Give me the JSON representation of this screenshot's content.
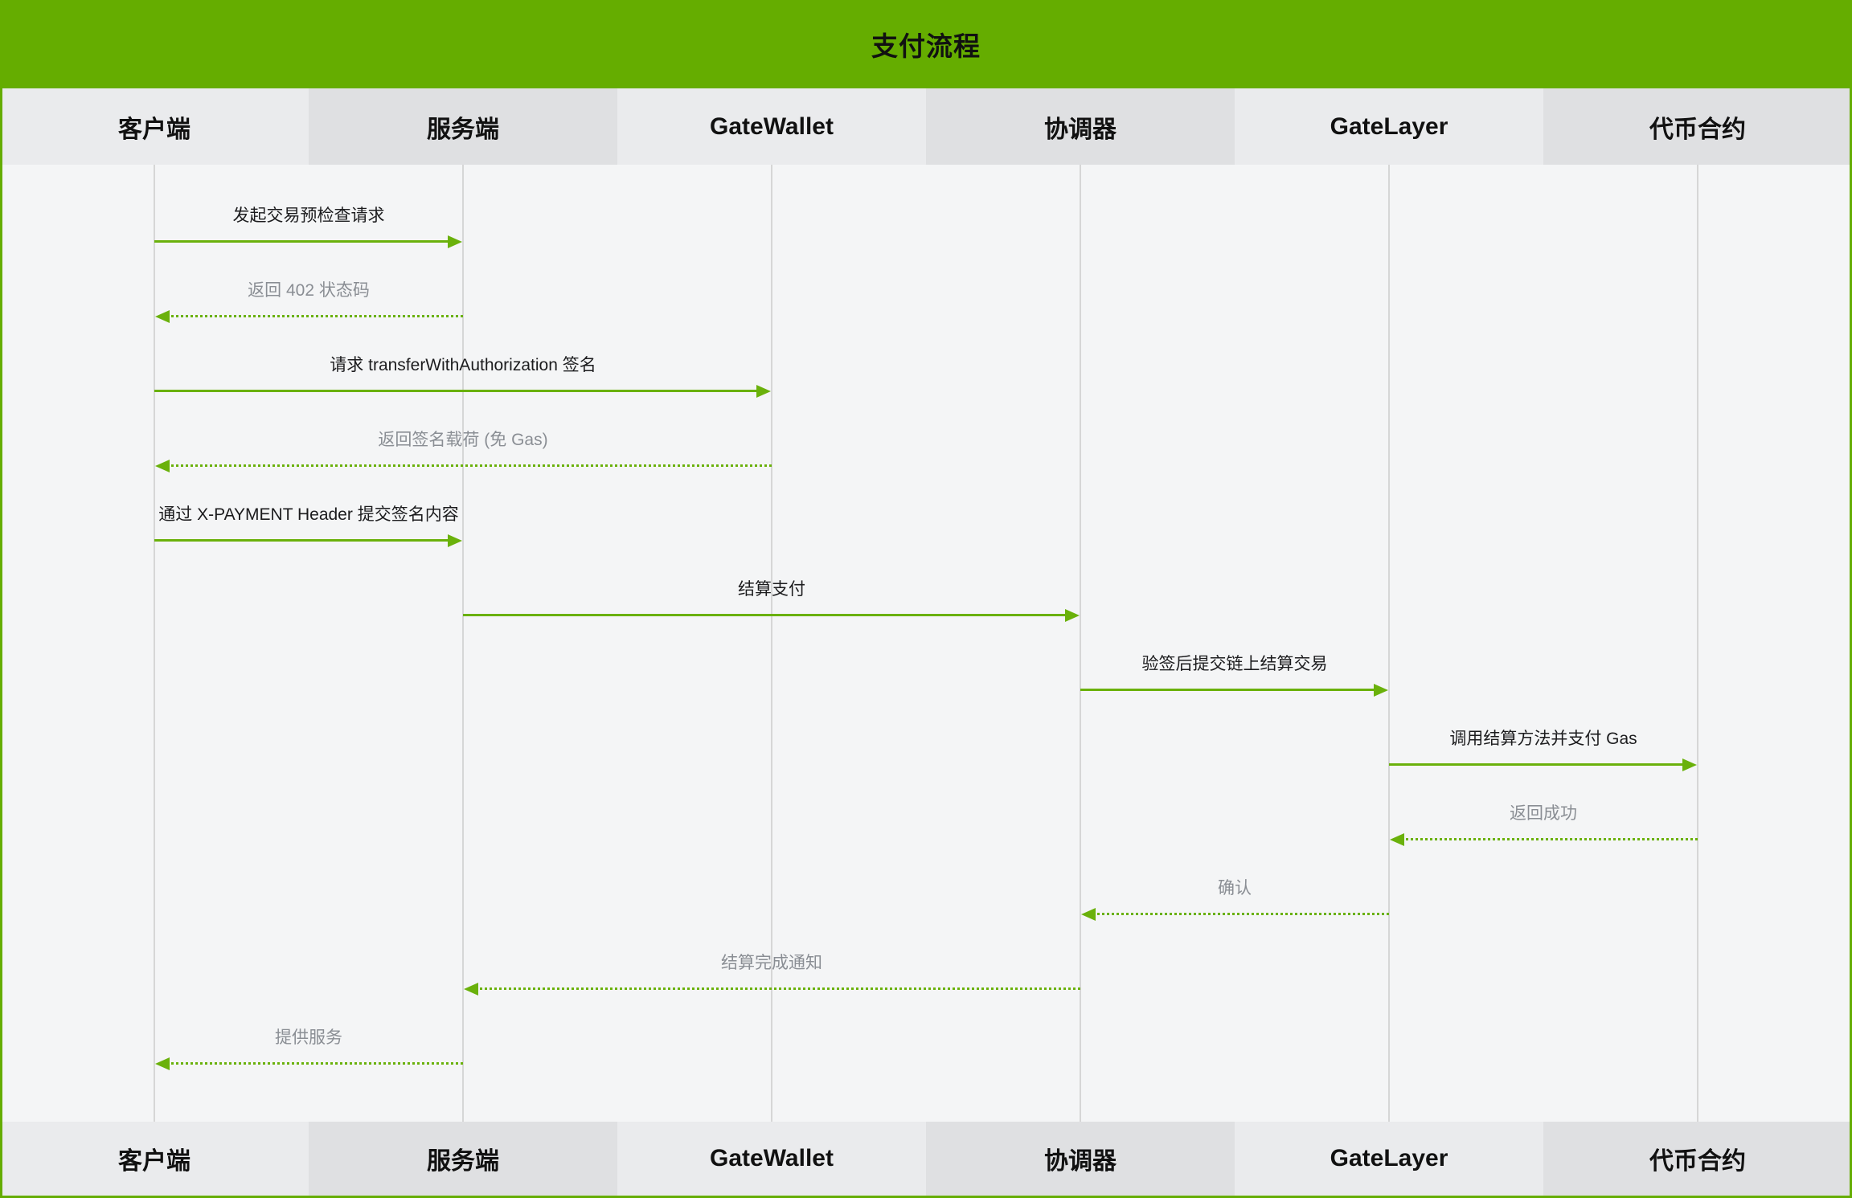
{
  "title": "支付流程",
  "colors": {
    "header_green": "#65ad00",
    "arrow_green": "#6ab10b",
    "participant_light": "#eaebed",
    "participant_dark": "#dfe0e2",
    "body_bg": "#f4f5f6",
    "title_text": "#111111",
    "label_dark": "#1c1c1e",
    "label_gray": "#8a8e94",
    "lifeline_gray": "#d6d6d6",
    "border_green": "#65ad00"
  },
  "participants": [
    {
      "name": "客户端",
      "shade": "light"
    },
    {
      "name": "服务端",
      "shade": "dark"
    },
    {
      "name": "GateWallet",
      "shade": "light"
    },
    {
      "name": "协调器",
      "shade": "dark"
    },
    {
      "name": "GateLayer",
      "shade": "light"
    },
    {
      "name": "代币合约",
      "shade": "dark"
    }
  ],
  "messages": [
    {
      "label": "发起交易预检查请求",
      "from": 0,
      "to": 1,
      "line": "solid"
    },
    {
      "label": "返回 402 状态码",
      "from": 1,
      "to": 0,
      "line": "dashed"
    },
    {
      "label": "请求 transferWithAuthorization 签名",
      "from": 0,
      "to": 2,
      "line": "solid"
    },
    {
      "label": "返回签名载荷 (免 Gas)",
      "from": 2,
      "to": 0,
      "line": "dashed"
    },
    {
      "label": "通过 X-PAYMENT Header 提交签名内容",
      "from": 0,
      "to": 1,
      "line": "solid"
    },
    {
      "label": "结算支付",
      "from": 1,
      "to": 3,
      "line": "solid"
    },
    {
      "label": "验签后提交链上结算交易",
      "from": 3,
      "to": 4,
      "line": "solid"
    },
    {
      "label": "调用结算方法并支付 Gas",
      "from": 4,
      "to": 5,
      "line": "solid"
    },
    {
      "label": "返回成功",
      "from": 5,
      "to": 4,
      "line": "dashed"
    },
    {
      "label": "确认",
      "from": 4,
      "to": 3,
      "line": "dashed"
    },
    {
      "label": "结算完成通知",
      "from": 3,
      "to": 1,
      "line": "dashed"
    },
    {
      "label": "提供服务",
      "from": 1,
      "to": 0,
      "line": "dashed"
    }
  ]
}
